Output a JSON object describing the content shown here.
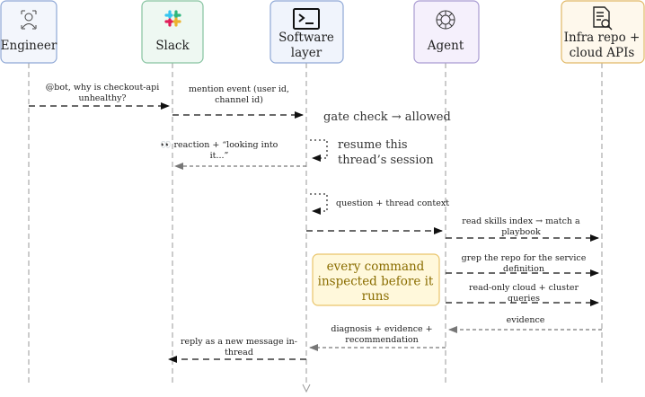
{
  "participants": [
    {
      "id": "engineer",
      "label": "Engineer",
      "icon": "engineer-icon",
      "fill": "#f3f6fc",
      "stroke": "#8fa8d6"
    },
    {
      "id": "slack",
      "label": "Slack",
      "icon": "slack-icon",
      "fill": "#eef8f2",
      "stroke": "#86c3a0"
    },
    {
      "id": "software",
      "label": "Software\nlayer",
      "icon": "terminal-icon",
      "fill": "#f0f4fc",
      "stroke": "#8fa8d6"
    },
    {
      "id": "agent",
      "label": "Agent",
      "icon": "brain-icon",
      "fill": "#f5f0fc",
      "stroke": "#a99bd2"
    },
    {
      "id": "infra",
      "label": "Infra repo +\ncloud APIs",
      "icon": "document-search-icon",
      "fill": "#fef8ec",
      "stroke": "#e1b866"
    }
  ],
  "messages": [
    {
      "label": "@bot, why is checkout-api\nunhealthy?",
      "style": "dashed"
    },
    {
      "label": "mention event (user id,\nchannel id)",
      "style": "dashed"
    },
    {
      "label": "👀 reaction + “looking into\nit...”",
      "style": "dotted"
    },
    {
      "label": "question + thread context",
      "style": "dotted-self"
    },
    {
      "label": "",
      "style": "dashed"
    },
    {
      "label": "read skills index → match a\nplaybook",
      "style": "dashed"
    },
    {
      "label": "grep the repo for the service\ndefinition",
      "style": "dashed"
    },
    {
      "label": "read-only cloud + cluster\nqueries",
      "style": "dashed"
    },
    {
      "label": "evidence",
      "style": "dotted"
    },
    {
      "label": "diagnosis + evidence +\nrecommendation",
      "style": "dotted"
    },
    {
      "label": "reply as a new message in-\nthread",
      "style": "dashed"
    }
  ],
  "notes": {
    "gate_check": "gate check → allowed",
    "resume": "resume this\nthread’s session"
  },
  "highlight": {
    "label": "every command\ninspected before it\nruns",
    "fill": "#fff8db",
    "stroke": "#e9c46a"
  }
}
